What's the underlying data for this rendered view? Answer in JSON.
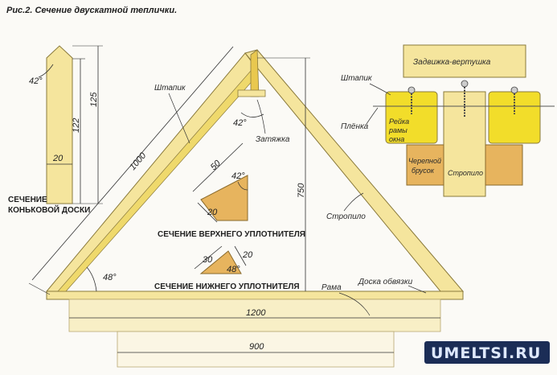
{
  "figure": {
    "caption": "Рис.2. Сечение двускатной теплички."
  },
  "labels": {
    "shtapik_main": "Штапик",
    "zatyazhka": "Затяжка",
    "stropilo_main": "Стропило",
    "rama": "Рама",
    "doska_obvyazki": "Доска обвязки",
    "ridge_title_line1": "СЕЧЕНИЕ",
    "ridge_title_line2": "КОНЬКОВОЙ ДОСКИ",
    "upper_seal_title": "СЕЧЕНИЕ ВЕРХНЕГО УПЛОТНИТЕЛЯ",
    "lower_seal_title": "СЕЧЕНИЕ НИЖНЕГО УПЛОТНИТЕЛЯ"
  },
  "dimensions": {
    "ridge_angle": "42°",
    "ridge_height_outer": "125",
    "ridge_height_inner": "122",
    "ridge_width": "20",
    "rafter_length": "1000",
    "apex_angle": "42°",
    "base_angle": "48°",
    "height": "750",
    "upper_seal_side": "50",
    "upper_seal_angle": "42°",
    "upper_seal_bottom": "20",
    "lower_seal_left": "30",
    "lower_seal_angle": "48°",
    "lower_seal_right": "20",
    "base_outer": "1200",
    "base_inner": "900"
  },
  "detail": {
    "zadvizhka": "Задвижка-вертушка",
    "shtapik": "Штапик",
    "plenka": "Плёнка",
    "reyka_line1": "Рейка",
    "reyka_line2": "рамы",
    "reyka_line3": "окна",
    "brusok_line1": "Черепной",
    "brusok_line2": "брусок",
    "stropilo": "Стропило"
  },
  "watermark": "UMELTSI.RU",
  "colors": {
    "wood": "#f5e59d",
    "wood_stroke": "#8a7a3c",
    "wood_dark": "#e7b45e",
    "yellow": "#f2dd2a",
    "watermark_bg": "#1b2d56"
  }
}
